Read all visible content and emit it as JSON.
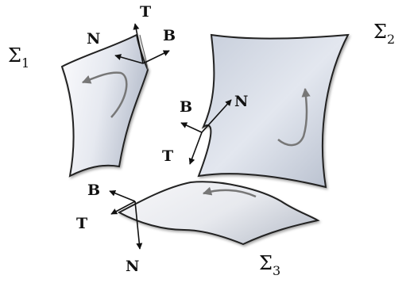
{
  "surfaces": [
    {
      "symbol": "Σ",
      "subscript": "1"
    },
    {
      "symbol": "Σ",
      "subscript": "2"
    },
    {
      "symbol": "Σ",
      "subscript": "3"
    }
  ],
  "frames": [
    {
      "tangent": "T",
      "normal": "N",
      "binormal": "B"
    },
    {
      "tangent": "T",
      "normal": "N",
      "binormal": "B"
    },
    {
      "tangent": "T",
      "normal": "N",
      "binormal": "B"
    }
  ],
  "colors": {
    "surface_fill_light": "#f4f5f8",
    "surface_fill_dark": "#aab2c4",
    "outline": "#222222",
    "curve": "#777777",
    "vector": "#111111"
  }
}
